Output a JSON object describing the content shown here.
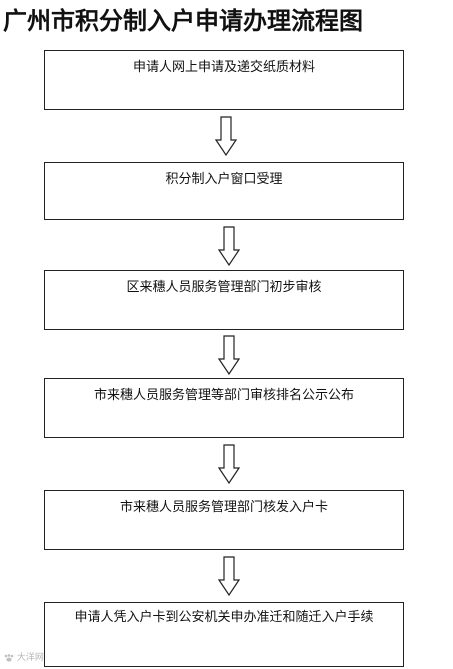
{
  "title": "广州市积分制入户申请办理流程图",
  "steps": [
    "申请人网上申请及递交纸质材料",
    "积分制入户窗口受理",
    "区来穗人员服务管理部门初步审核",
    "市来穗人员服务管理等部门审核排名公示公布",
    "市来穗人员服务管理部门核发入户卡",
    "申请人凭入户卡到公安机关申办准迁和随迁入户手续"
  ],
  "arrow_icon": "hollow-down-arrow",
  "watermark": {
    "text": "大洋网",
    "icon": "paw-icon"
  }
}
